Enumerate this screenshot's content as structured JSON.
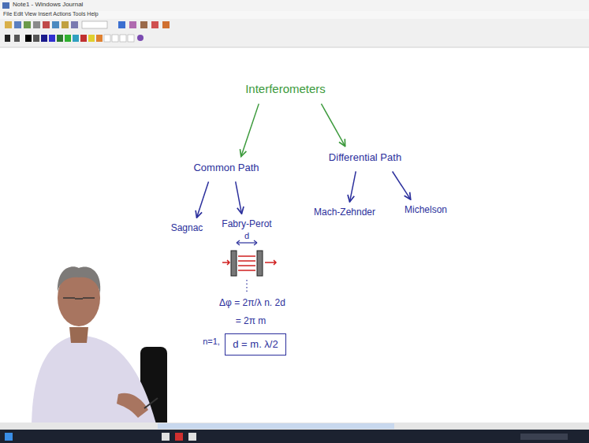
{
  "diagram": {
    "nodes": [
      {
        "text": [
          "Interferometers"
        ]
      },
      {
        "text": [
          "Common Path"
        ]
      },
      {
        "text": [
          "Differential Path"
        ]
      },
      {
        "text": [
          "Sagnac"
        ]
      },
      {
        "text": [
          "Fabry-Perot"
        ]
      },
      {
        "text": [
          "Mach-Zehnder"
        ]
      },
      {
        "text": [
          "Michelson"
        ]
      },
      {
        "text": [
          "d = m. λ/2"
        ]
      }
    ],
    "edges": [
      {
        "from": 0,
        "to": 1,
        "arrow": "to"
      },
      {
        "from": 0,
        "to": 2,
        "arrow": "to"
      },
      {
        "from": 1,
        "to": 3,
        "arrow": "to"
      },
      {
        "from": 1,
        "to": 4,
        "arrow": "to"
      },
      {
        "from": 2,
        "to": 5,
        "arrow": "to"
      },
      {
        "from": 2,
        "to": 6,
        "arrow": "to"
      }
    ],
    "labels": [
      "Note1 - Windows Journal",
      "File Edit View Insert Actions Tools Help",
      "d",
      "Δφ = 2π/λ n. 2d",
      "= 2π m",
      "n=1,"
    ]
  }
}
